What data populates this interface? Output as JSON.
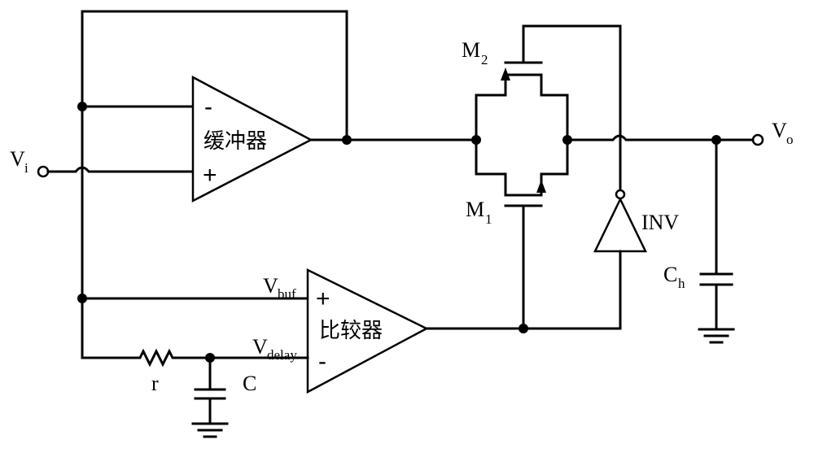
{
  "labels": {
    "vi_main": "V",
    "vi_sub": "i",
    "vo_main": "V",
    "vo_sub": "o",
    "m2_main": "M",
    "m2_sub": "2",
    "m1_main": "M",
    "m1_sub": "1",
    "inv": "INV",
    "ch_main": "C",
    "ch_sub": "h",
    "vbuf_main": "V",
    "vbuf_sub": "buf",
    "vdelay_main": "V",
    "vdelay_sub": "delay",
    "r": "r",
    "c": "C"
  },
  "buffer": {
    "name": "缓冲器",
    "inv_sign": "-",
    "noninv_sign": "+"
  },
  "comparator": {
    "name": "比较器",
    "noninv_sign": "+",
    "inv_sign": "-"
  }
}
